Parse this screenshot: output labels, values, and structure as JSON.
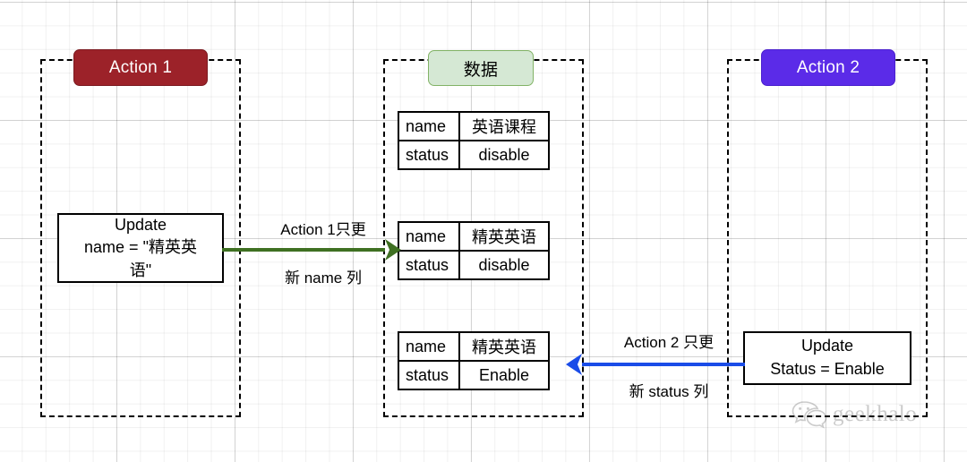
{
  "diagram": {
    "title": "Action 1 / Action 2 concurrent column update",
    "lanes": [
      {
        "id": "action1",
        "header": "Action 1",
        "header_color": "#9C2229",
        "header_text_color": "#FFFFFF"
      },
      {
        "id": "data",
        "header": "数据",
        "header_color": "#D5E8D4",
        "header_border_color": "#82B366",
        "header_text_color": "#000000"
      },
      {
        "id": "action2",
        "header": "Action 2",
        "header_color": "#5B2BE8",
        "header_text_color": "#FFFFFF"
      }
    ],
    "operations": {
      "update_name": {
        "line1": "Update",
        "line2": "name = \"精英英",
        "line3": "语\""
      },
      "update_status": {
        "line1": "Update",
        "line2": "Status = Enable"
      }
    },
    "tables": [
      {
        "id": "table-top",
        "rows": [
          {
            "key": "name",
            "value": "英语课程"
          },
          {
            "key": "status",
            "value": "disable"
          }
        ]
      },
      {
        "id": "table-middle",
        "rows": [
          {
            "key": "name",
            "value": "精英英语"
          },
          {
            "key": "status",
            "value": "disable"
          }
        ]
      },
      {
        "id": "table-bottom",
        "rows": [
          {
            "key": "name",
            "value": "精英英语"
          },
          {
            "key": "status",
            "value": "Enable"
          }
        ]
      }
    ],
    "arrows": [
      {
        "id": "arrow-green",
        "color": "#3F7022",
        "direction": "right",
        "label_top": "Action 1只更",
        "label_bottom": "新 name 列"
      },
      {
        "id": "arrow-blue",
        "color": "#1A4CE8",
        "direction": "left",
        "label_top": "Action 2 只更",
        "label_bottom": "新 status 列"
      }
    ],
    "watermark": {
      "text": "geekhalo",
      "icon": "wechat-icon"
    }
  }
}
